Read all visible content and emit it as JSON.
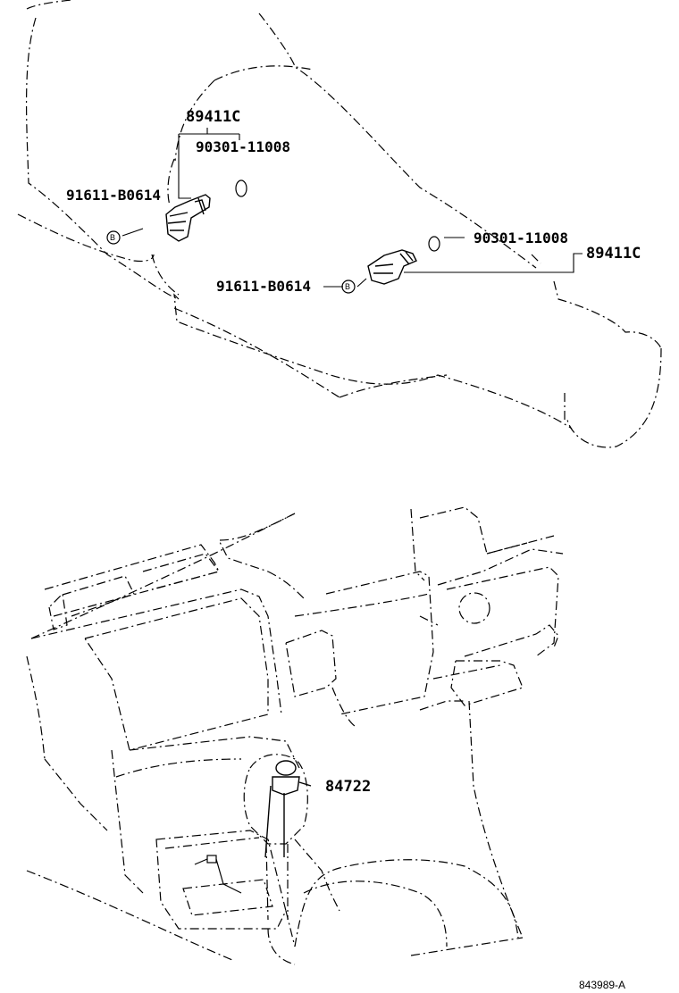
{
  "diagram": {
    "parts": {
      "sensor_upper": "89411C",
      "sensor_lower": "89411C",
      "oring_upper": "90301-11008",
      "oring_lower": "90301-11008",
      "clip_upper": "91611-B0614",
      "clip_lower": "91611-B0614",
      "shift_knob": "84722"
    },
    "callout_mark": "B",
    "drawing_id": "843989-A"
  }
}
